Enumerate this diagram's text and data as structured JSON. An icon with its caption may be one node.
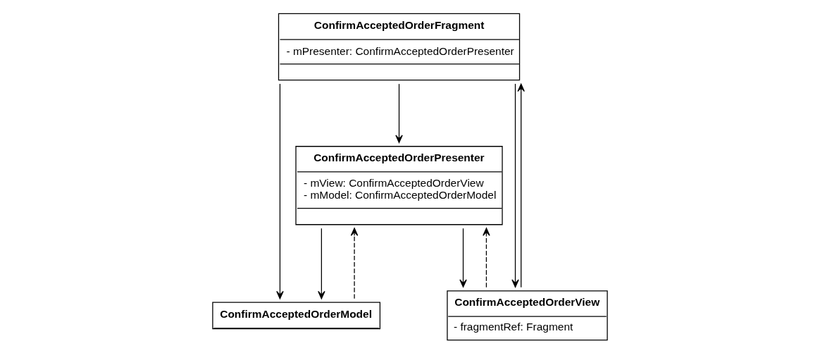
{
  "diagram": {
    "nodes": [
      {
        "text": [
          "ConfirmAcceptedOrderFragment",
          "- mPresenter: ConfirmAcceptedOrderPresenter"
        ]
      },
      {
        "text": [
          "ConfirmAcceptedOrderPresenter",
          "- mView: ConfirmAcceptedOrderView",
          "- mModel: ConfirmAcceptedOrderModel"
        ]
      },
      {
        "text": [
          "ConfirmAcceptedOrderModel"
        ]
      },
      {
        "text": [
          "ConfirmAcceptedOrderView",
          "- fragmentRef: Fragment"
        ]
      }
    ],
    "edges": [
      {
        "from": 0,
        "to": 2,
        "arrow": "to"
      },
      {
        "from": 0,
        "to": 1,
        "arrow": "to"
      },
      {
        "from": 0,
        "to": 3,
        "arrow": "to"
      },
      {
        "from": 1,
        "to": 2,
        "arrow": "to"
      },
      {
        "from": 1,
        "to": 3,
        "arrow": "to"
      },
      {
        "from": 2,
        "to": 1,
        "arrow": "to",
        "style": "dashed"
      },
      {
        "from": 3,
        "to": 1,
        "arrow": "to",
        "style": "dashed"
      },
      {
        "from": 3,
        "to": 0,
        "arrow": "to"
      }
    ]
  }
}
